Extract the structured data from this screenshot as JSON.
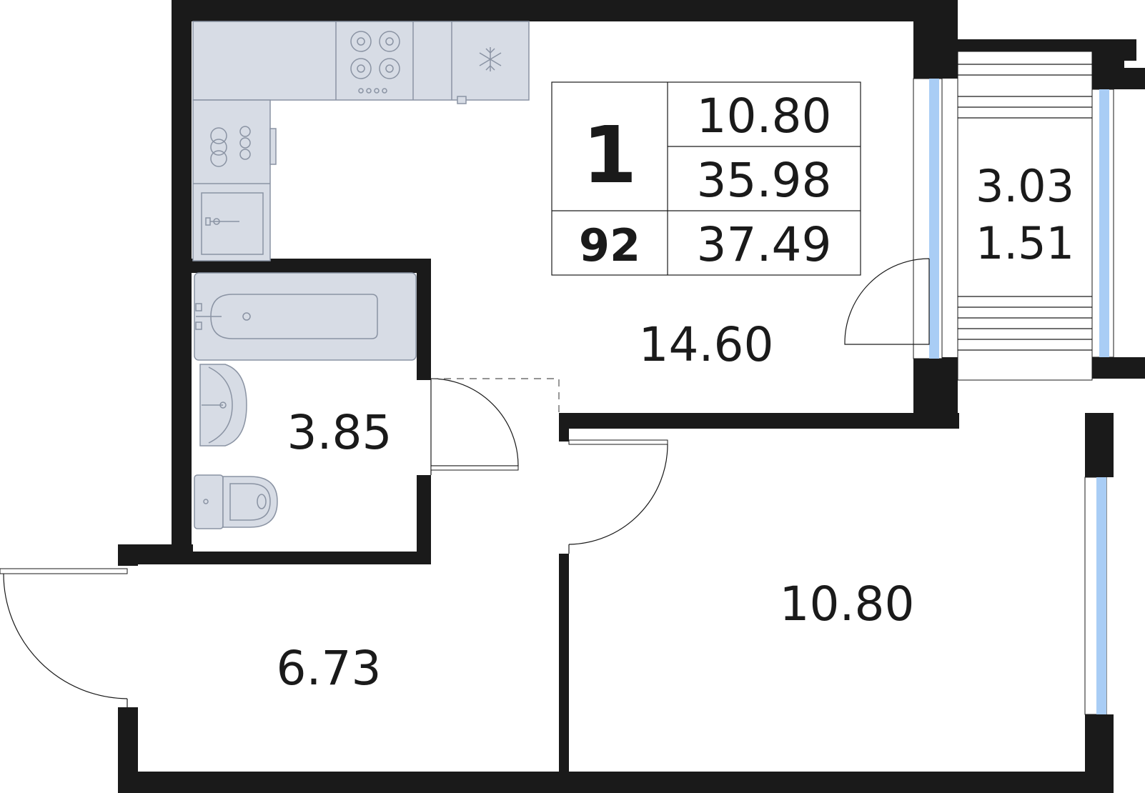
{
  "info_table": {
    "rooms_count": "1",
    "apartment_number": "92",
    "living_area": "10.80",
    "total_area": "35.98",
    "area_with_balcony": "37.49"
  },
  "rooms": {
    "kitchen_living": "14.60",
    "bathroom": "3.85",
    "hallway": "6.73",
    "bedroom": "10.80",
    "balcony_area": "3.03",
    "balcony_reduced": "1.51"
  },
  "colors": {
    "wall": "#1a1a1a",
    "fixture": "#d7dce5",
    "glass": "#a9cdf5"
  },
  "icons": [
    "stove-icon",
    "snowflake-icon",
    "sink-icon",
    "washing-machine-icon",
    "bathtub-icon",
    "washbasin-icon",
    "toilet-icon"
  ]
}
